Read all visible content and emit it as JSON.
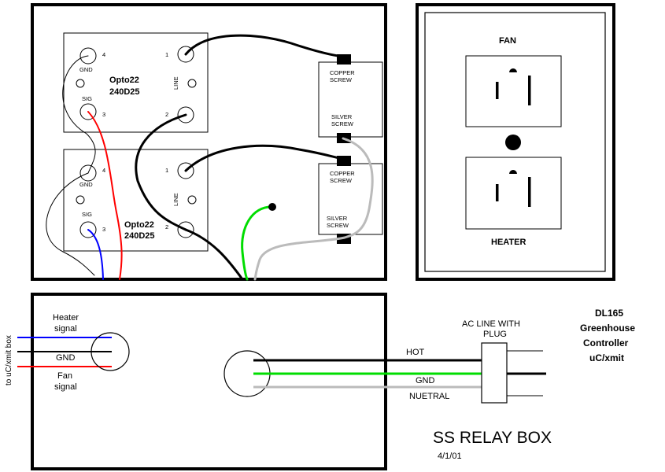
{
  "relay1": {
    "model": "Opto22",
    "part": "240D25",
    "pin4": "4",
    "pin3": "3",
    "pin1": "1",
    "pin2": "2",
    "gnd": "GND",
    "sig": "SIG",
    "line": "LINE"
  },
  "relay2": {
    "model": "Opto22",
    "part": "240D25",
    "pin4": "4",
    "pin3": "3",
    "pin1": "1",
    "pin2": "2",
    "gnd": "GND",
    "sig": "SIG",
    "line": "LINE"
  },
  "outlet1_screws": {
    "copper1": "COPPER",
    "copper2": "SCREW",
    "silver1": "SILVER",
    "silver2": "SCREW"
  },
  "outlet2_screws": {
    "copper1": "COPPER",
    "copper2": "SCREW",
    "silver1": "SILVER",
    "silver2": "SCREW"
  },
  "receptacle": {
    "top_label": "FAN",
    "bottom_label": "HEATER"
  },
  "signals": {
    "side_label": "to uC/xmit box",
    "heater1": "Heater",
    "heater2": "signal",
    "gnd": "GND",
    "fan1": "Fan",
    "fan2": "signal"
  },
  "ac": {
    "hot": "HOT",
    "gnd": "GND",
    "neutral": "NUETRAL",
    "plug1": "AC LINE WITH",
    "plug2": "PLUG"
  },
  "title_block": {
    "line1": "DL165",
    "line2": "Greenhouse",
    "line3": "Controller",
    "line4": "uC/xmit"
  },
  "footer": {
    "title": "SS RELAY BOX",
    "date": "4/1/01"
  },
  "colors": {
    "hot": "#000000",
    "ground": "#00dd00",
    "neutral": "#bbbbbb",
    "heater_signal": "#0000ff",
    "fan_signal": "#ff0000"
  }
}
